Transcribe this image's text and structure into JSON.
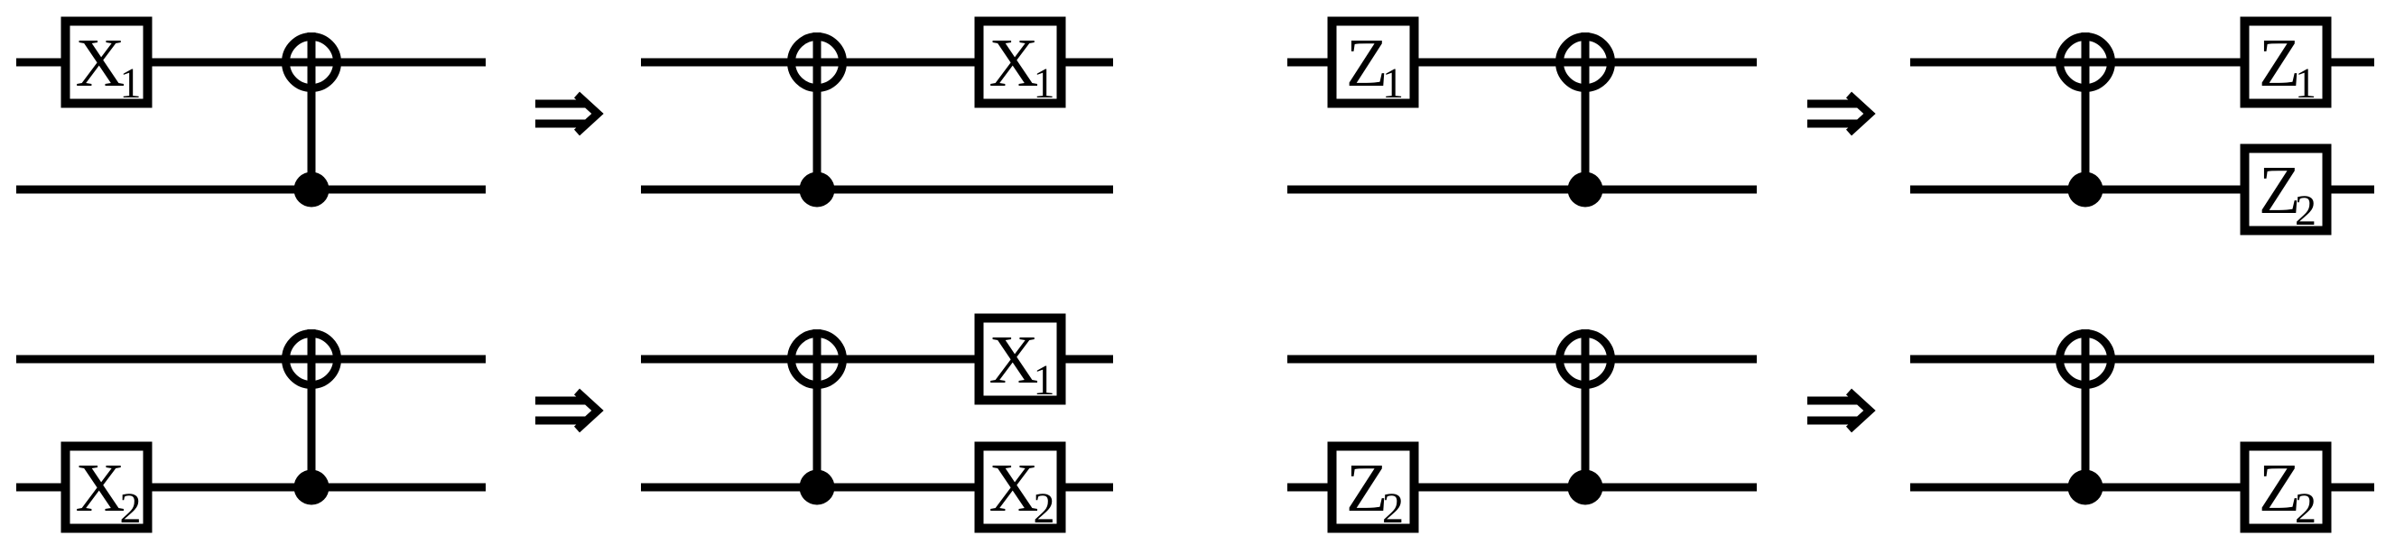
{
  "figure": {
    "description": "CNOT conjugation rules for Pauli operators",
    "background_color": "#ffffff",
    "ink_color": "#000000",
    "arrow_symbol": "⇒",
    "wires_per_circuit": 2,
    "panels": [
      {
        "position": "top-left",
        "lhs_gates": [
          {
            "wire": 1,
            "label": "X",
            "subscript": "1",
            "text": "X1"
          }
        ],
        "cnot": {
          "target_wire": 1,
          "control_wire": 2
        },
        "arrow": "⇒",
        "rhs_gates": [
          {
            "wire": 1,
            "label": "X",
            "subscript": "1",
            "text": "X1"
          }
        ]
      },
      {
        "position": "top-right",
        "lhs_gates": [
          {
            "wire": 1,
            "label": "Z",
            "subscript": "1",
            "text": "Z1"
          }
        ],
        "cnot": {
          "target_wire": 1,
          "control_wire": 2
        },
        "arrow": "⇒",
        "rhs_gates": [
          {
            "wire": 1,
            "label": "Z",
            "subscript": "1",
            "text": "Z1"
          },
          {
            "wire": 2,
            "label": "Z",
            "subscript": "2",
            "text": "Z2"
          }
        ]
      },
      {
        "position": "bottom-left",
        "lhs_gates": [
          {
            "wire": 2,
            "label": "X",
            "subscript": "2",
            "text": "X2"
          }
        ],
        "cnot": {
          "target_wire": 1,
          "control_wire": 2
        },
        "arrow": "⇒",
        "rhs_gates": [
          {
            "wire": 1,
            "label": "X",
            "subscript": "1",
            "text": "X1"
          },
          {
            "wire": 2,
            "label": "X",
            "subscript": "2",
            "text": "X2"
          }
        ]
      },
      {
        "position": "bottom-right",
        "lhs_gates": [
          {
            "wire": 2,
            "label": "Z",
            "subscript": "2",
            "text": "Z2"
          }
        ],
        "cnot": {
          "target_wire": 1,
          "control_wire": 2
        },
        "arrow": "⇒",
        "rhs_gates": [
          {
            "wire": 2,
            "label": "Z",
            "subscript": "2",
            "text": "Z2"
          }
        ]
      }
    ]
  }
}
